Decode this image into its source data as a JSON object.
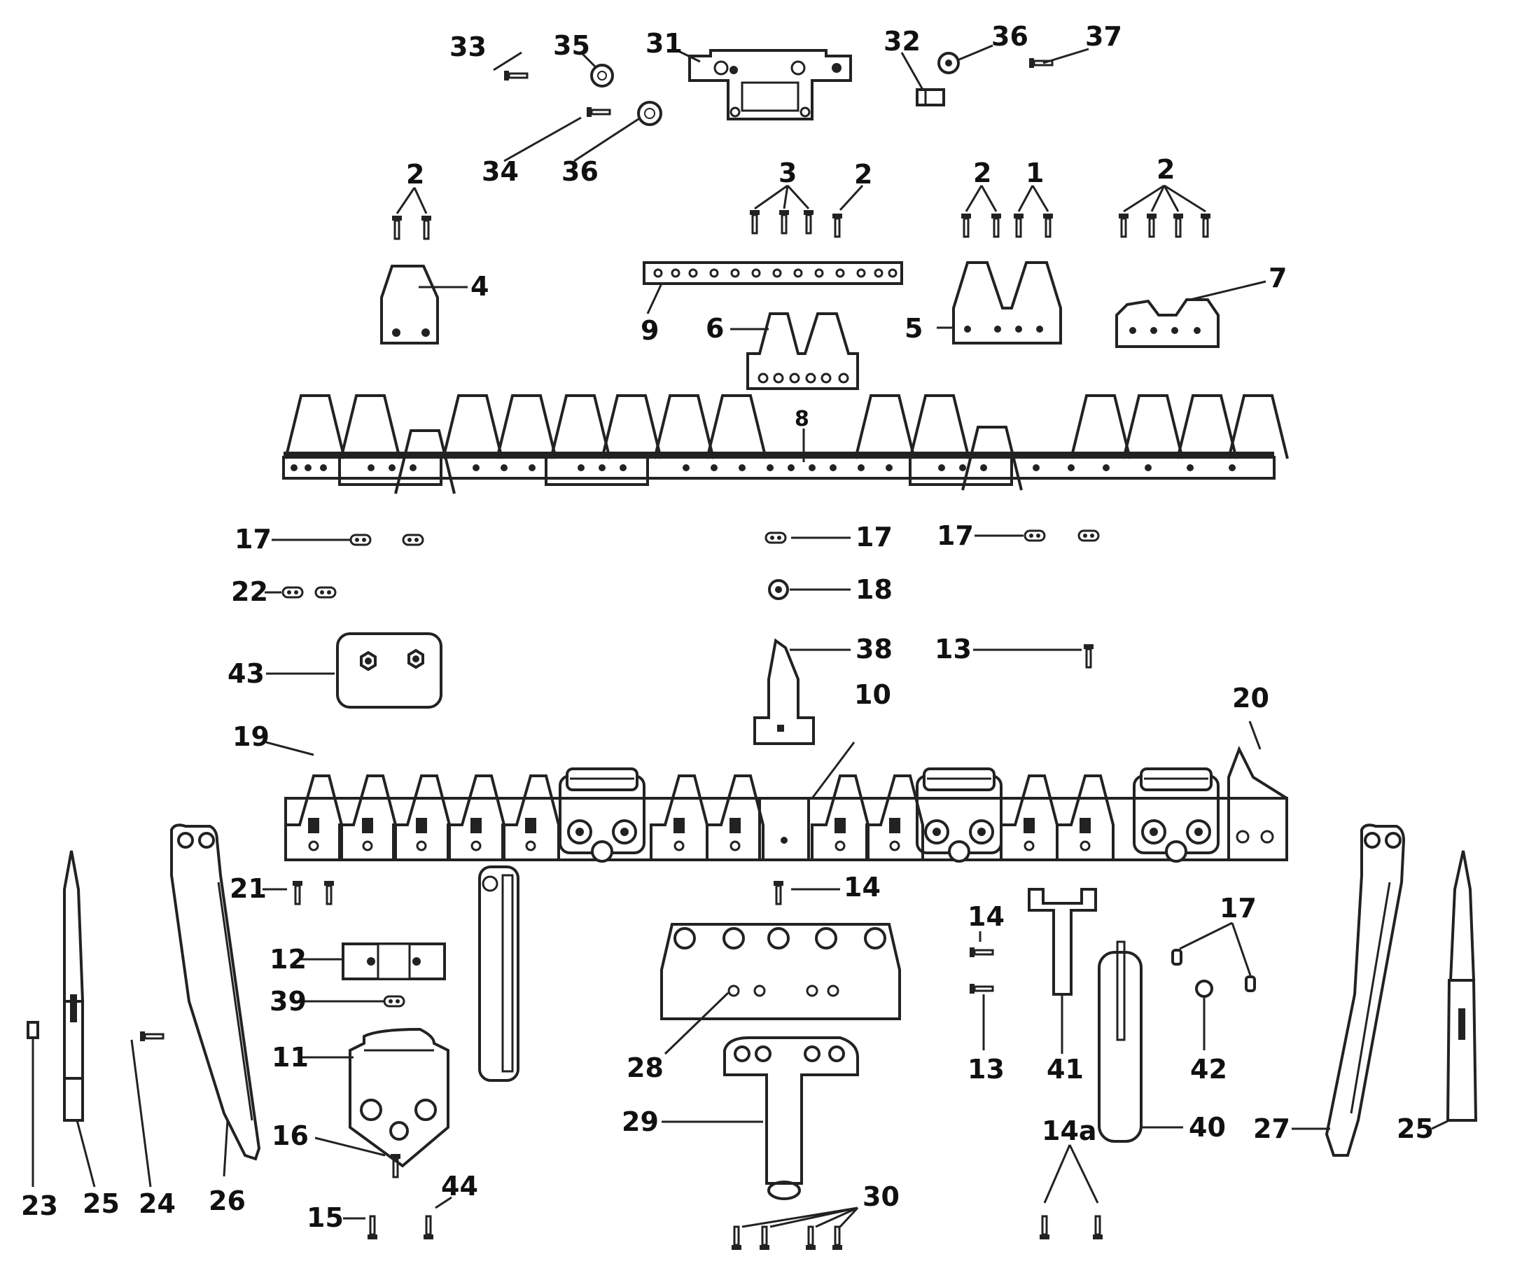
{
  "diagram": {
    "labels": {
      "l1": "1",
      "l2a": "2",
      "l2b": "2",
      "l2c": "2",
      "l2d": "2",
      "l3": "3",
      "l4": "4",
      "l5": "5",
      "l6": "6",
      "l7": "7",
      "l8": "8",
      "l9": "9",
      "l10": "10",
      "l11": "11",
      "l12": "12",
      "l13a": "13",
      "l13b": "13",
      "l14a": "14",
      "l14b": "14",
      "l14c": "14a",
      "l15": "15",
      "l16": "16",
      "l17a": "17",
      "l17b": "17",
      "l17c": "17",
      "l17d": "17",
      "l18": "18",
      "l19": "19",
      "l20": "20",
      "l21": "21",
      "l22": "22",
      "l23": "23",
      "l24": "24",
      "l25a": "25",
      "l25b": "25",
      "l26": "26",
      "l27": "27",
      "l28": "28",
      "l29": "29",
      "l30": "30",
      "l31": "31",
      "l32": "32",
      "l33": "33",
      "l34": "34",
      "l35": "35",
      "l36a": "36",
      "l36b": "36",
      "l37": "37",
      "l38": "38",
      "l39": "39",
      "l40": "40",
      "l41": "41",
      "l42": "42",
      "l43": "43",
      "l44": "44"
    }
  }
}
